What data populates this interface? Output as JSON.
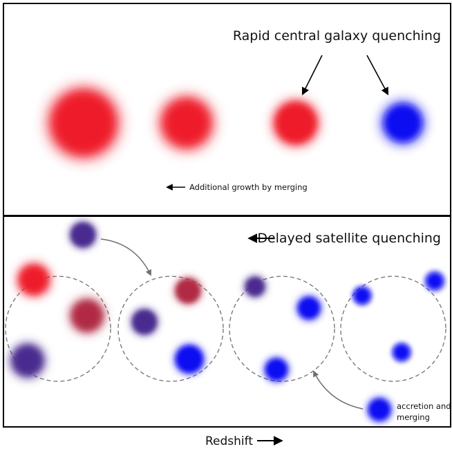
{
  "colors": {
    "quenched_red": "#ee1c2b",
    "star_forming_blue": "#0e0ef2",
    "transition_purple": "#4a2a8e",
    "intermediate_maroon": "#b02a45",
    "halo_dash_gray": "#7a7a7a",
    "curve_arrow_gray": "#707070"
  },
  "top_panel": {
    "title": "Rapid central galaxy quenching",
    "arrow_note": "Additional growth by merging",
    "galaxy_icons": [
      "red-galaxy-blob",
      "red-galaxy-blob",
      "red-galaxy-blob",
      "blue-galaxy-blob"
    ]
  },
  "bottom_panel": {
    "title": "Delayed satellite quenching",
    "accretion_note": [
      "accretion and",
      "merging"
    ],
    "galaxy_icons": [
      "red-galaxy-blob",
      "maroon-galaxy-blob",
      "purple-galaxy-blob",
      "blue-galaxy-blob"
    ],
    "halo_icon": "dashed-halo-circle"
  },
  "x_axis": {
    "label": "Redshift"
  }
}
